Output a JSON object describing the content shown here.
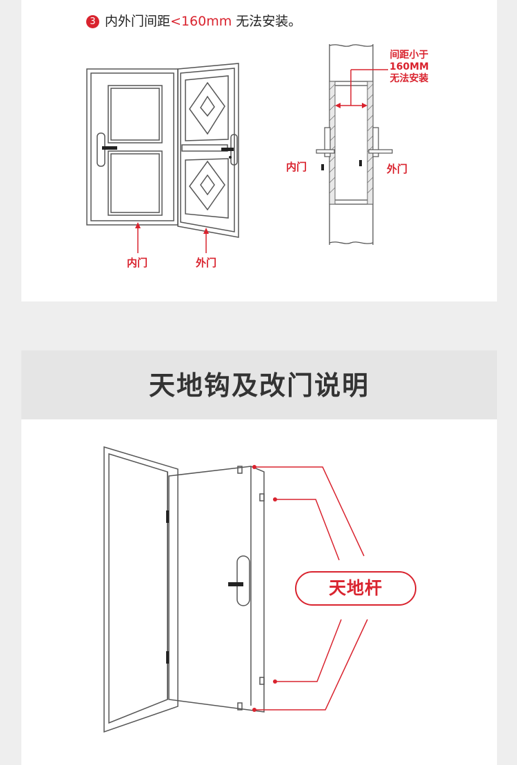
{
  "install_note": {
    "number": "3",
    "text_before": "内外门间距",
    "text_red": "<160mm",
    "text_after": " 无法安装。"
  },
  "left_diagram": {
    "inner_door_label": "内门",
    "outer_door_label": "外门"
  },
  "right_diagram": {
    "gap_label_lines": [
      "间距小于",
      "160MM",
      "无法安装"
    ],
    "inner_door_label": "内门",
    "outer_door_label": "外门"
  },
  "section": {
    "title": "天地钩及改门说明"
  },
  "bottom_diagram": {
    "rod_label": "天地杆"
  },
  "colors": {
    "accent": "#d9232e",
    "line": "#555555",
    "background": "#eeeeee",
    "header_band": "#e5e5e5"
  }
}
